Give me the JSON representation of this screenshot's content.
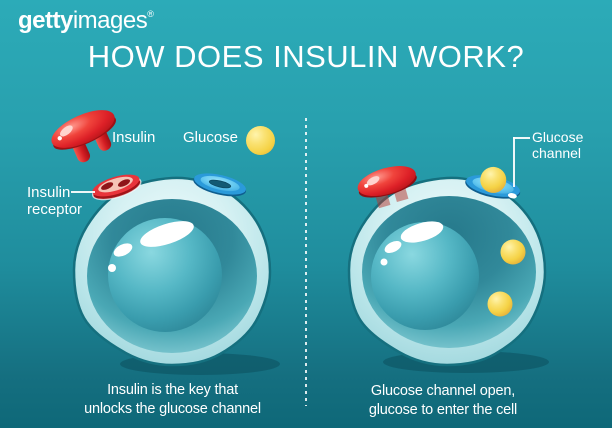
{
  "watermark": {
    "brand_bold": "getty",
    "brand_regular": "images",
    "registered": "®"
  },
  "title": "HOW DOES INSULIN WORK?",
  "colors": {
    "background_teal": "#1f8d9d",
    "insulin_red": "#dd2027",
    "glucose_yellow": "#f5d245",
    "channel_blue": "#2b9ada",
    "cell_membrane_light": "#cfeef1",
    "cell_interior_teal": "#31899a",
    "text_white": "#ffffff"
  },
  "left_panel": {
    "legend": {
      "insulin_label": "Insulin",
      "glucose_label": "Glucose"
    },
    "receptor_label": [
      "Insulin",
      "receptor"
    ],
    "caption": [
      "Insulin is the key that",
      "unlocks the glucose channel"
    ]
  },
  "right_panel": {
    "channel_label": [
      "Glucose",
      "channel"
    ],
    "caption": [
      "Glucose channel open,",
      "glucose to enter the cell"
    ]
  }
}
